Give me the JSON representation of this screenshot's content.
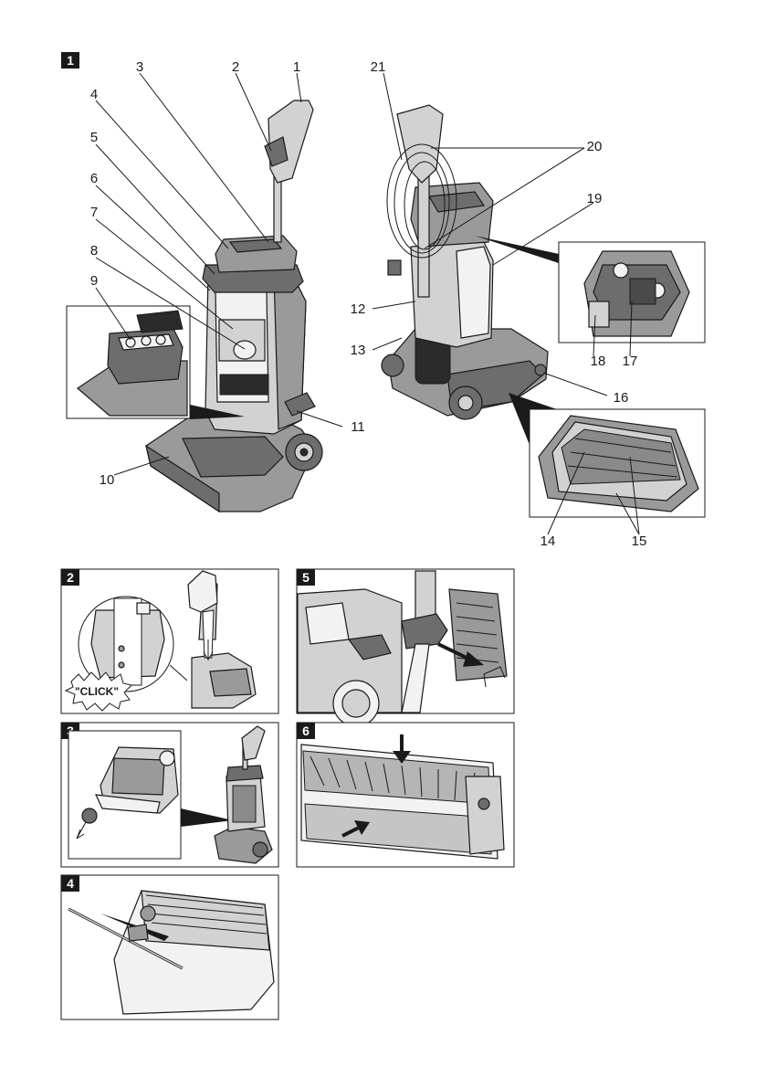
{
  "figures": [
    {
      "id": "1"
    },
    {
      "id": "2"
    },
    {
      "id": "3"
    },
    {
      "id": "4"
    },
    {
      "id": "5"
    },
    {
      "id": "6"
    }
  ],
  "callouts": [
    "1",
    "2",
    "3",
    "4",
    "5",
    "6",
    "7",
    "8",
    "9",
    "10",
    "11",
    "12",
    "13",
    "14",
    "15",
    "16",
    "17",
    "18",
    "19",
    "20",
    "21"
  ],
  "fig2": {
    "click_label": "\"CLICK\""
  }
}
